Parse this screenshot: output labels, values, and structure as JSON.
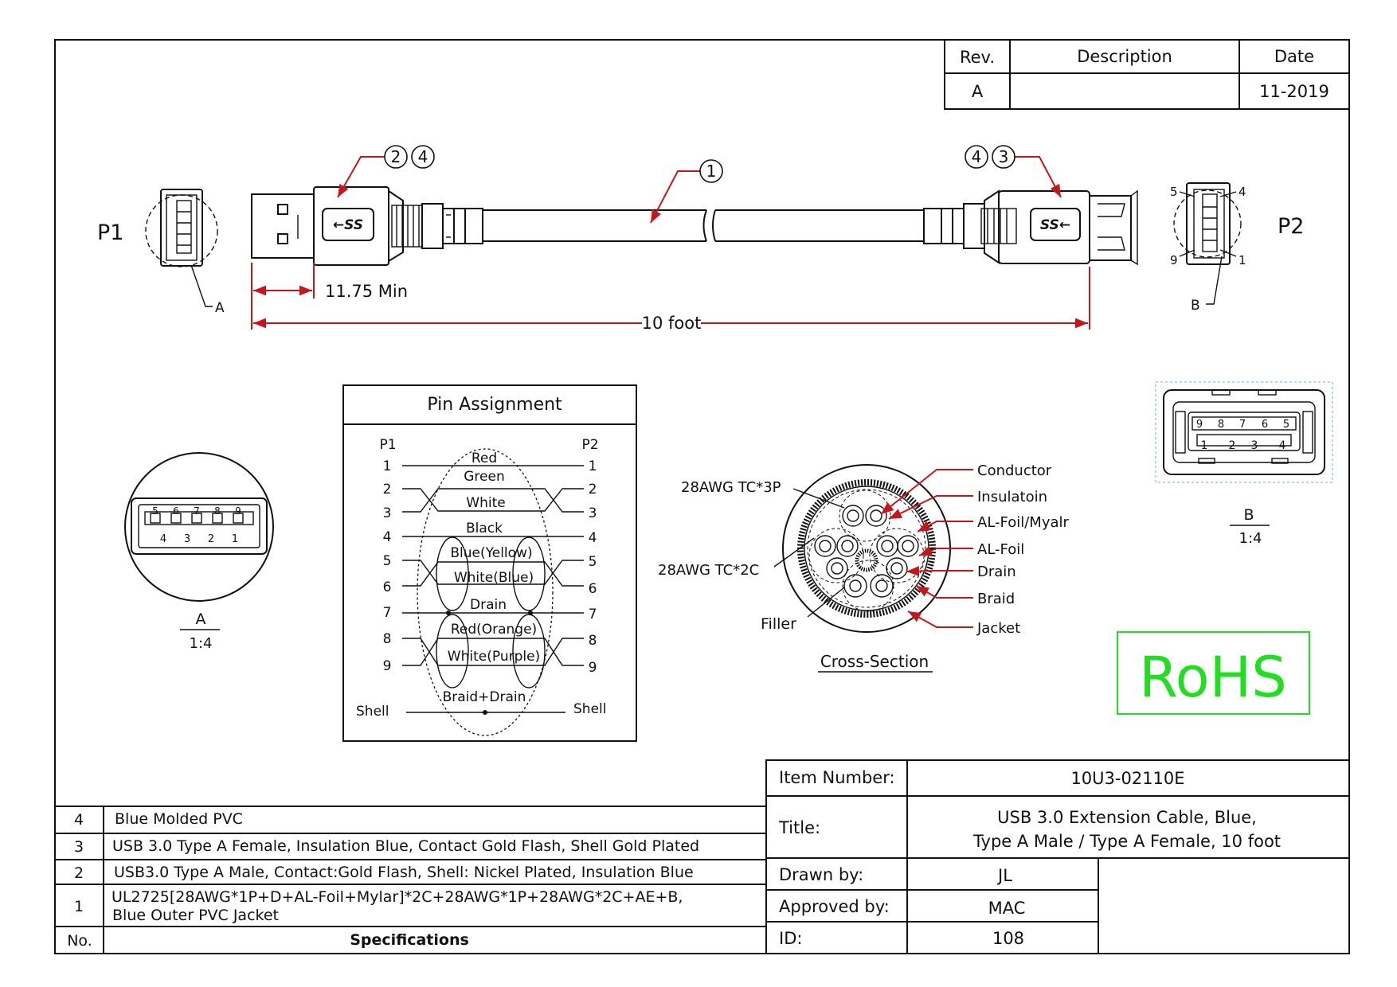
{
  "revision_table": {
    "rev_header": "Rev.",
    "description_header": "Description",
    "date_header": "Date",
    "rev": "A",
    "date": "11-2019"
  },
  "drawing": {
    "p1_label": "P1",
    "p2_label": "P2",
    "callout_1": "1",
    "callout_2": "2",
    "callout_3": "3",
    "callout_4": "4",
    "detail_a_tag": "A",
    "detail_b_tag": "B",
    "dim_min": "11.75 Min",
    "dim_length": "10 foot",
    "p2_pin_5": "5",
    "p2_pin_4": "4",
    "p2_pin_9": "9",
    "p2_pin_1": "1"
  },
  "detail_a": {
    "title": "A",
    "scale": "1:4",
    "top_pins": [
      "5",
      "6",
      "7",
      "8",
      "9"
    ],
    "bottom_pins": [
      "4",
      "3",
      "2",
      "1"
    ]
  },
  "detail_b": {
    "title": "B",
    "scale": "1:4",
    "top_pins": [
      "9",
      "8",
      "7",
      "6",
      "5"
    ],
    "bottom_pins": [
      "1",
      "2",
      "3",
      "4"
    ]
  },
  "pin_assignment": {
    "title": "Pin Assignment",
    "p1_header": "P1",
    "p2_header": "P2",
    "pins": [
      "1",
      "2",
      "3",
      "4",
      "5",
      "6",
      "7",
      "8",
      "9"
    ],
    "wires": [
      "Red",
      "Green",
      "White",
      "Black",
      "Blue(Yellow)",
      "White(Blue)",
      "Drain",
      "Red(Orange)",
      "White(Purple)"
    ],
    "shell_left": "Shell",
    "shell_right": "Shell",
    "shell_wire": "Braid+Drain"
  },
  "cross_section": {
    "title": "Cross-Section",
    "labels_left": [
      "28AWG TC*3P",
      "28AWG TC*2C",
      "Filler"
    ],
    "labels_right": [
      "Conductor",
      "Insulatoin",
      "AL-Foil/Myalr",
      "AL-Foil",
      "Drain",
      "Braid",
      "Jacket"
    ]
  },
  "rohs": "RoHS",
  "colors": {
    "callout": "#c4161c",
    "rohs": "#22dd22"
  },
  "spec_table": {
    "no_header": "No.",
    "spec_header": "Specifications",
    "rows": [
      {
        "no": "4",
        "spec": "Blue Molded PVC"
      },
      {
        "no": "3",
        "spec": "USB 3.0 Type A Female, Insulation Blue, Contact Gold Flash, Shell Gold Plated"
      },
      {
        "no": "2",
        "spec": "USB3.0 Type A Male, Contact:Gold Flash, Shell: Nickel Plated, Insulation Blue"
      },
      {
        "no": "1",
        "spec": "UL2725[28AWG*1P+D+AL-Foil+Mylar]*2C+28AWG*1P+28AWG*2C+AE+B,",
        "spec2": "Blue Outer PVC Jacket"
      }
    ]
  },
  "title_block": {
    "item_number_label": "Item Number:",
    "item_number": "10U3-02110E",
    "title_label": "Title:",
    "title_line1": "USB 3.0 Extension Cable, Blue,",
    "title_line2": "Type A Male / Type A Female, 10 foot",
    "drawn_by_label": "Drawn by:",
    "drawn_by": "JL",
    "approved_by_label": "Approved by:",
    "approved_by": "MAC",
    "id_label": "ID:",
    "id": "108"
  }
}
